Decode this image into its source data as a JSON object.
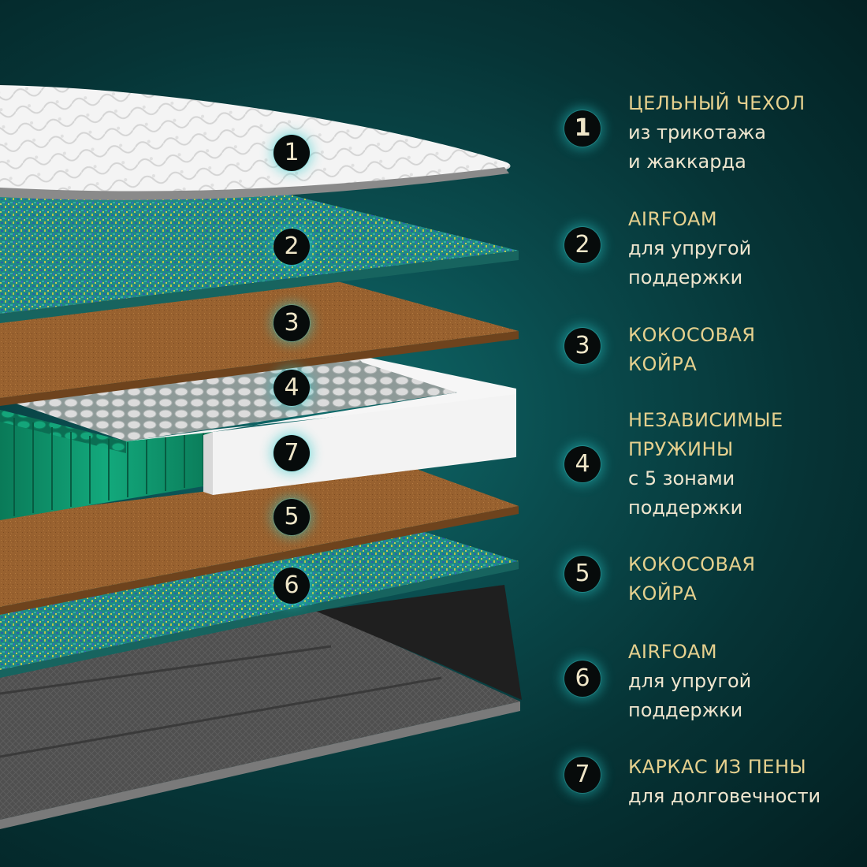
{
  "layer_markers": [
    "1",
    "2",
    "3",
    "4",
    "7",
    "5",
    "6"
  ],
  "legend": [
    {
      "number": "1",
      "title": "ЦЕЛЬНЫЙ ЧЕХОЛ",
      "subtitle": "из трикотажа\nи жаккарда"
    },
    {
      "number": "2",
      "title": "AIRFOAM",
      "subtitle": "для упругой\nподдержки"
    },
    {
      "number": "3",
      "title": "КОКОСОВАЯ\nКОЙРА",
      "subtitle": ""
    },
    {
      "number": "4",
      "title": "НЕЗАВИСИМЫЕ\nПРУЖИНЫ",
      "subtitle": "с 5 зонами\nподдержки"
    },
    {
      "number": "5",
      "title": "КОКОСОВАЯ\nКОЙРА",
      "subtitle": ""
    },
    {
      "number": "6",
      "title": "AIRFOAM",
      "subtitle": "для упругой\nподдержки"
    },
    {
      "number": "7",
      "title": "КАРКАС ИЗ ПЕНЫ",
      "subtitle": "для долговечности"
    }
  ],
  "colors": {
    "title_gold": "#e5d08e",
    "subtitle_cream": "#efe6cf",
    "badge_fill": "#070b0b",
    "badge_glow": "#28c8c8",
    "foam_teal": "#1f8f88",
    "coir_brown": "#9a6230",
    "spring_green": "#0f9e74",
    "frame_white": "#f3f3f3",
    "base_gray": "#555555"
  }
}
